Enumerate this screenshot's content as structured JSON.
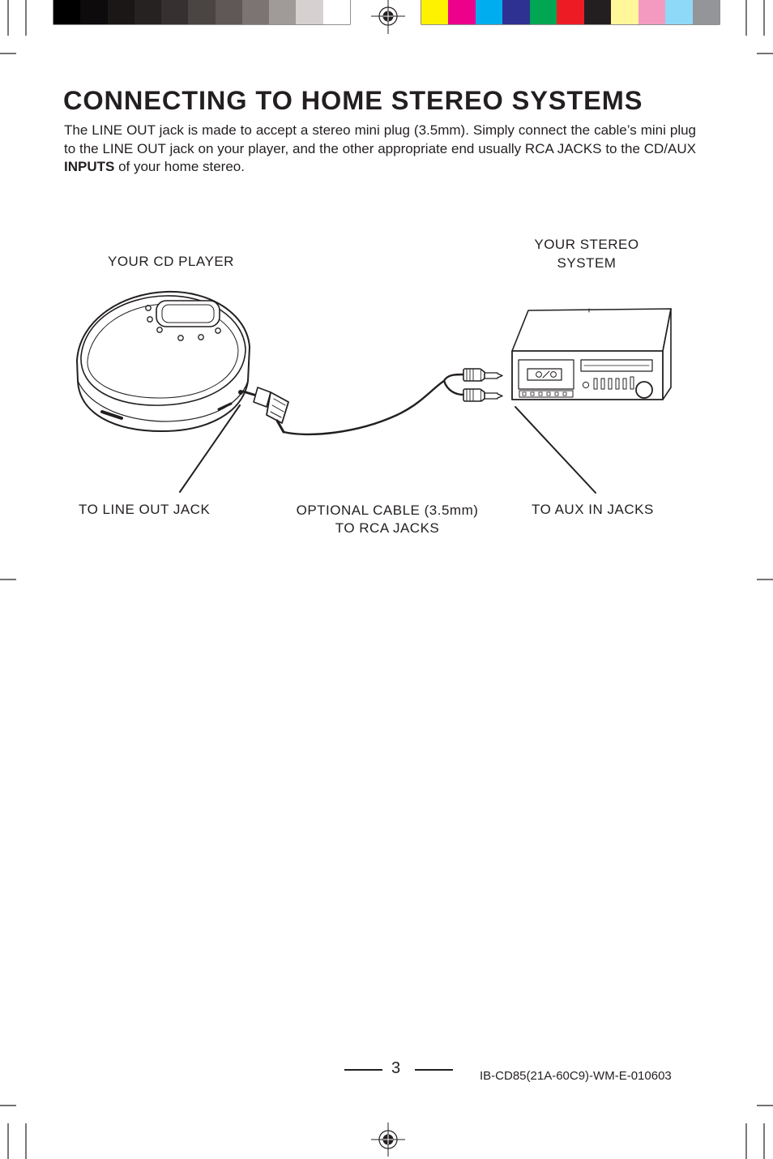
{
  "heading": "CONNECTING TO HOME STEREO SYSTEMS",
  "intro": {
    "before_bold": "The LINE OUT jack is made to accept a stereo mini plug (3.5mm). Simply connect the cable’s mini plug to the LINE OUT jack on your player, and the other appropriate end usually RCA JACKS to the CD/AUX ",
    "bold": "INPUTS",
    "after_bold": " of your home stereo."
  },
  "labels": {
    "cd_player": "YOUR CD PLAYER",
    "stereo_line1": "YOUR STEREO",
    "stereo_line2": "SYSTEM",
    "line_out": "TO LINE OUT JACK",
    "cable_line1": "OPTIONAL CABLE (3.5mm)",
    "cable_line2": "TO RCA JACKS",
    "aux_in": "TO AUX IN JACKS"
  },
  "footer": {
    "page_number": "3",
    "document_code": "IB-CD85(21A-60C9)-WM-E-010603"
  },
  "color_bar": {
    "grays": [
      "#000000",
      "#0d0b0b",
      "#1a1716",
      "#262221",
      "#363130",
      "#4a4443",
      "#5f5857",
      "#7c7473",
      "#a09a99",
      "#d6d0d0",
      "#ffffff"
    ],
    "process": [
      "#fff200",
      "#ec008c",
      "#00aeef",
      "#2e3192",
      "#00a651",
      "#ed1c24",
      "#231f20",
      "#fff799",
      "#f49ac1",
      "#8ed8f8",
      "#939598"
    ]
  }
}
